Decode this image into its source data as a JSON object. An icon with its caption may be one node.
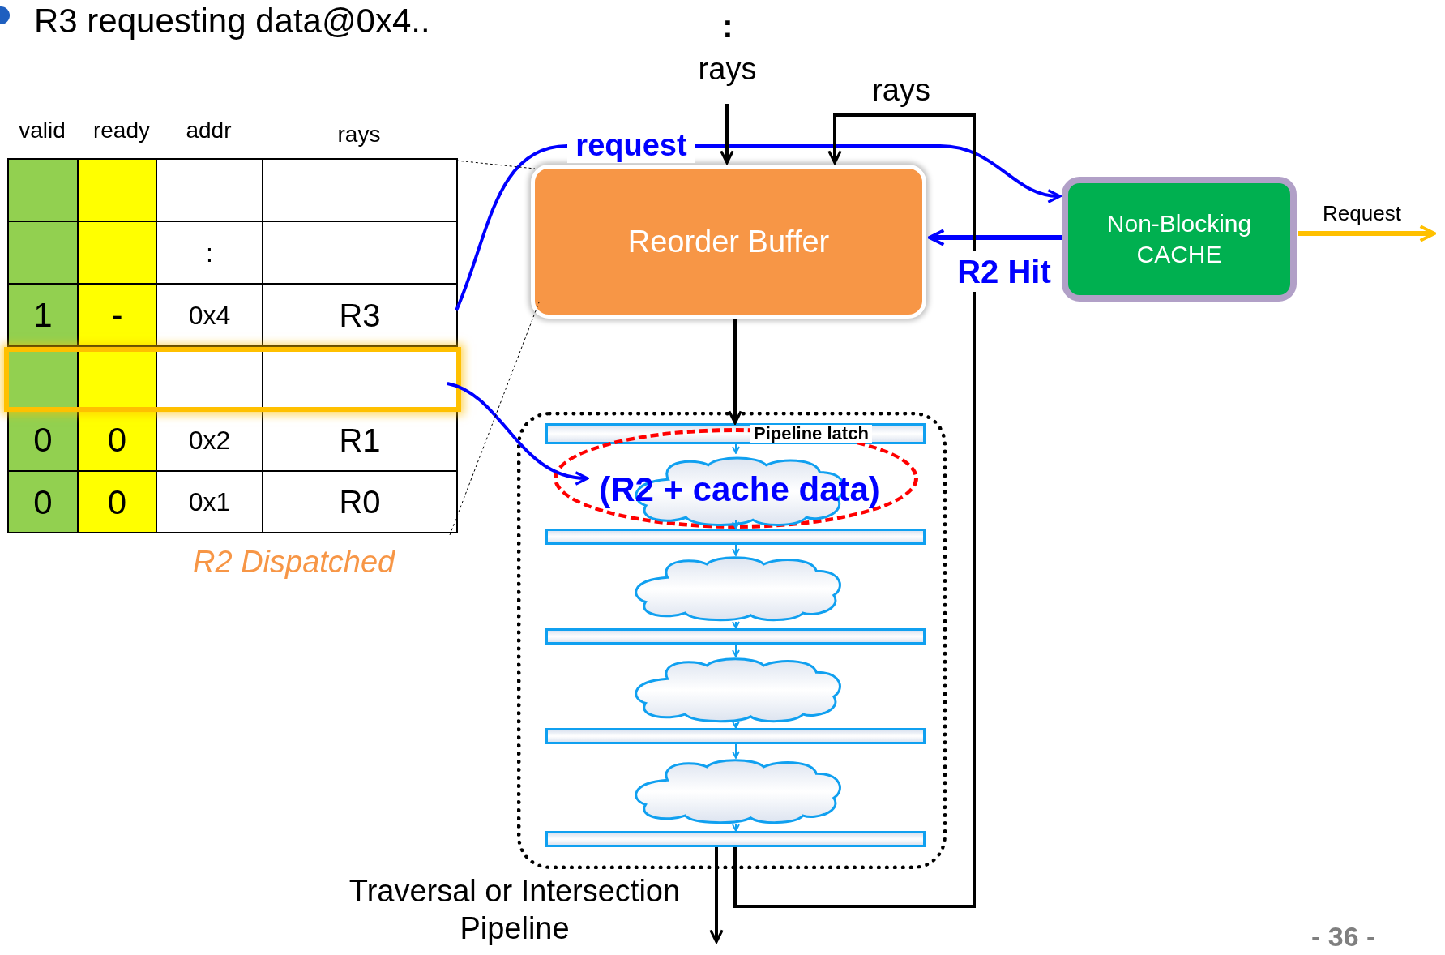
{
  "diagram": {
    "nodes": [
      {
        "text": [
          "Reorder Buffer"
        ]
      },
      {
        "text": [
          "Non-Blocking CACHE"
        ]
      },
      {
        "text": [
          "Traversal or Intersection Pipeline"
        ]
      },
      {
        "text": [
          "Pipeline latch"
        ],
        "in": 2
      },
      {
        "text": [],
        "shape": "ellipse",
        "in": 2
      },
      {
        "text": [
          "(R2 + cache data)"
        ],
        "in": 4
      },
      {
        "text": [],
        "shape": "bar",
        "in": 2
      },
      {
        "text": [],
        "shape": "cloud",
        "in": 2
      },
      {
        "text": [],
        "shape": "bar",
        "in": 2
      },
      {
        "text": [],
        "shape": "cloud",
        "in": 2
      },
      {
        "text": [],
        "shape": "bar",
        "in": 2
      },
      {
        "text": [],
        "shape": "cloud",
        "in": 2
      },
      {
        "text": [],
        "shape": "bar",
        "in": 2
      },
      {
        "text": [],
        "shape": "box"
      },
      {
        "text": [],
        "shape": "box",
        "in": 13
      },
      {
        "text": [],
        "shape": "box",
        "in": 13
      }
    ],
    "edges": [
      {
        "from": 14,
        "to": 1,
        "arrow": "to",
        "label": "request",
        "color": "#0000ff"
      },
      {
        "from": 1,
        "to": 0,
        "arrow": "to",
        "label": "R2 Hit",
        "color": "#0000ff",
        "style": "thick"
      },
      {
        "from": 1,
        "to": null,
        "arrow": "to",
        "label": "Request",
        "color": "#ffc000",
        "style": "thick"
      },
      {
        "from": null,
        "to": 0,
        "arrow": "to",
        "label": "rays",
        "color": "#000000"
      },
      {
        "from": 12,
        "to": 0,
        "arrow": "to",
        "label": "rays",
        "color": "#000000"
      },
      {
        "from": 0,
        "to": 3,
        "arrow": "to",
        "color": "#000000"
      },
      {
        "from": 12,
        "to": null,
        "arrow": "to",
        "color": "#000000"
      },
      {
        "from": 15,
        "to": 5,
        "arrow": "to",
        "color": "#0000ff"
      },
      {
        "from": 3,
        "to": 5,
        "arrow": "to",
        "color": "#10a0f0"
      },
      {
        "from": 5,
        "to": 6,
        "arrow": "to",
        "color": "#10a0f0"
      },
      {
        "from": 6,
        "to": 7,
        "arrow": "to",
        "color": "#10a0f0"
      },
      {
        "from": 7,
        "to": 8,
        "arrow": "to",
        "color": "#10a0f0"
      },
      {
        "from": 8,
        "to": 9,
        "arrow": "to",
        "color": "#10a0f0"
      },
      {
        "from": 9,
        "to": 10,
        "arrow": "to",
        "color": "#10a0f0"
      },
      {
        "from": 10,
        "to": 11,
        "arrow": "to",
        "color": "#10a0f0"
      },
      {
        "from": 11,
        "to": 12,
        "arrow": "to",
        "color": "#10a0f0"
      },
      {
        "from": 13,
        "to": 0,
        "arrow": "none",
        "style": "dashed",
        "color": "#000000"
      },
      {
        "from": 13,
        "to": 0,
        "arrow": "none",
        "style": "dashed",
        "color": "#000000"
      }
    ],
    "labels": [
      "R3 requesting data@0x4..",
      ":",
      "valid",
      "ready",
      "addr",
      "rays",
      ":",
      "1",
      "-",
      "0x4",
      "R3",
      "0",
      "0",
      "0x2",
      "R1",
      "0",
      "0",
      "0x1",
      "R0",
      "R2 Dispatched",
      "- 36 -"
    ]
  }
}
